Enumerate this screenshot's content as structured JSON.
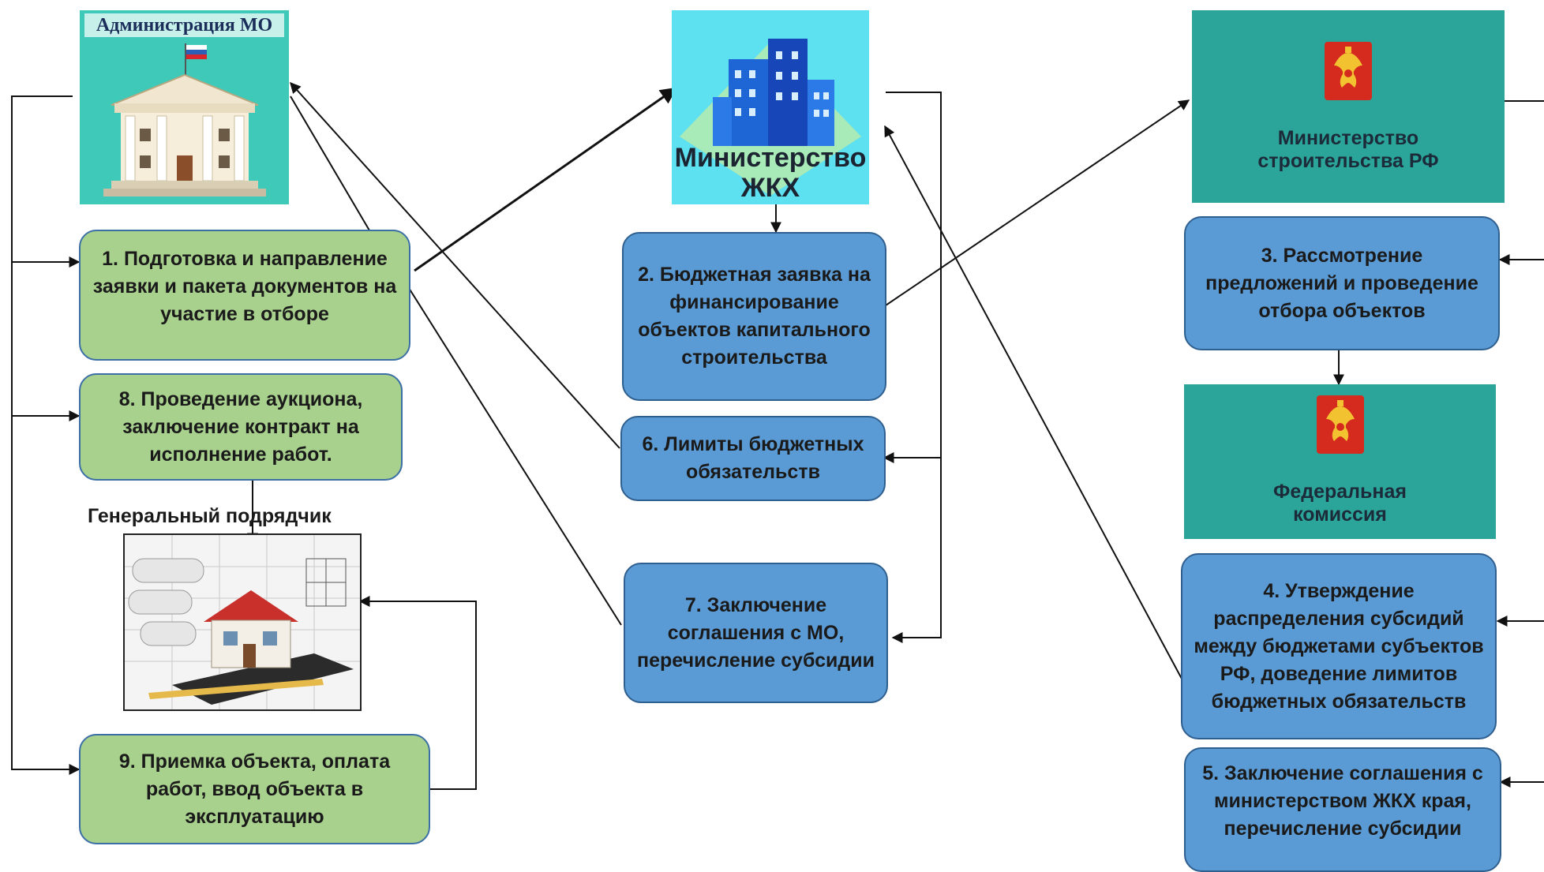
{
  "admin": {
    "title": "Администрация МО"
  },
  "ministry_zhkh": {
    "label_line1": "Министерство",
    "label_line2": "ЖКХ"
  },
  "minstroy": {
    "label": "Министерство строительства РФ"
  },
  "fed_commission": {
    "label": "Федеральная комиссия"
  },
  "contractor": {
    "caption": "Генеральный подрядчик"
  },
  "steps": {
    "s1": "1. Подготовка и направление заявки и пакета документов на участие в отборе",
    "s2": "2. Бюджетная заявка на финансирование объектов капитального строительства",
    "s3": "3. Рассмотрение предложений и проведение отбора объектов",
    "s4": "4. Утверждение распределения субсидий между бюджетами субъектов РФ, доведение лимитов бюджетных обязательств",
    "s5": "5. Заключение соглашения с министерством ЖКХ края, перечисление субсидии",
    "s6": "6. Лимиты бюджетных обязательств",
    "s7": "7. Заключение соглашения  с МО, перечисление субсидии",
    "s8": "8. Проведение аукциона, заключение контракт на исполнение работ.",
    "s9": "9. Приемка объекта, оплата работ, ввод объекта в эксплуатацию"
  },
  "colors": {
    "green_box": "#a9d18e",
    "blue_box": "#5b9bd5",
    "teal_box": "#2ba59a",
    "admin_bg": "#3ec9b8",
    "ministry_bg": "#5de0f0"
  },
  "icons": {
    "admin": "government-building-icon",
    "ministry": "office-towers-icon",
    "emblem": "russian-coat-of-arms-icon",
    "contractor": "house-blueprint-icon"
  }
}
